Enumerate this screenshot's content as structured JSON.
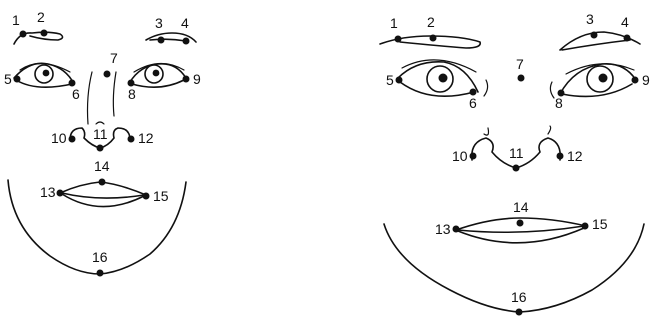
{
  "faces": [
    {
      "name": "face-left",
      "landmarks": [
        {
          "id": "1",
          "label": "1"
        },
        {
          "id": "2",
          "label": "2"
        },
        {
          "id": "3",
          "label": "3"
        },
        {
          "id": "4",
          "label": "4"
        },
        {
          "id": "5",
          "label": "5"
        },
        {
          "id": "6",
          "label": "6"
        },
        {
          "id": "7",
          "label": "7"
        },
        {
          "id": "8",
          "label": "8"
        },
        {
          "id": "9",
          "label": "9"
        },
        {
          "id": "10",
          "label": "10"
        },
        {
          "id": "11",
          "label": "11"
        },
        {
          "id": "12",
          "label": "12"
        },
        {
          "id": "13",
          "label": "13"
        },
        {
          "id": "14",
          "label": "14"
        },
        {
          "id": "15",
          "label": "15"
        },
        {
          "id": "16",
          "label": "16"
        }
      ]
    },
    {
      "name": "face-right",
      "landmarks": [
        {
          "id": "1",
          "label": "1"
        },
        {
          "id": "2",
          "label": "2"
        },
        {
          "id": "3",
          "label": "3"
        },
        {
          "id": "4",
          "label": "4"
        },
        {
          "id": "5",
          "label": "5"
        },
        {
          "id": "6",
          "label": "6"
        },
        {
          "id": "7",
          "label": "7"
        },
        {
          "id": "8",
          "label": "8"
        },
        {
          "id": "9",
          "label": "9"
        },
        {
          "id": "10",
          "label": "10"
        },
        {
          "id": "11",
          "label": "11"
        },
        {
          "id": "12",
          "label": "12"
        },
        {
          "id": "13",
          "label": "13"
        },
        {
          "id": "14",
          "label": "14"
        },
        {
          "id": "15",
          "label": "15"
        },
        {
          "id": "16",
          "label": "16"
        }
      ]
    }
  ]
}
